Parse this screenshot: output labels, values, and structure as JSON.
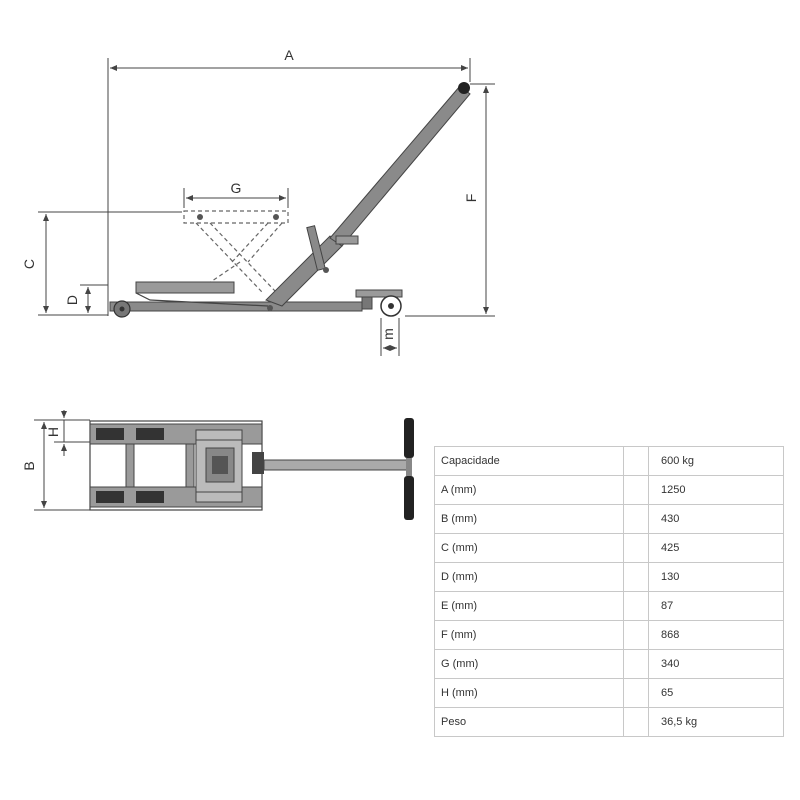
{
  "dimension_labels": {
    "A": "A",
    "B": "B",
    "C": "C",
    "D": "D",
    "F": "F",
    "G": "G",
    "H": "H",
    "m": "m"
  },
  "spec_table": [
    {
      "label": "Capacidade",
      "value": "600 kg"
    },
    {
      "label": "A (mm)",
      "value": "1250"
    },
    {
      "label": "B (mm)",
      "value": "430"
    },
    {
      "label": "C (mm)",
      "value": "425"
    },
    {
      "label": "D (mm)",
      "value": "130"
    },
    {
      "label": "E (mm)",
      "value": "87"
    },
    {
      "label": "F (mm)",
      "value": "868"
    },
    {
      "label": "G (mm)",
      "value": "340"
    },
    {
      "label": "H (mm)",
      "value": "65"
    },
    {
      "label": "Peso",
      "value": "36,5 kg"
    }
  ],
  "colors": {
    "metal": "#8a8a8a",
    "metal_dark": "#555555",
    "line": "#444444",
    "table_border": "#c8c8c8"
  }
}
